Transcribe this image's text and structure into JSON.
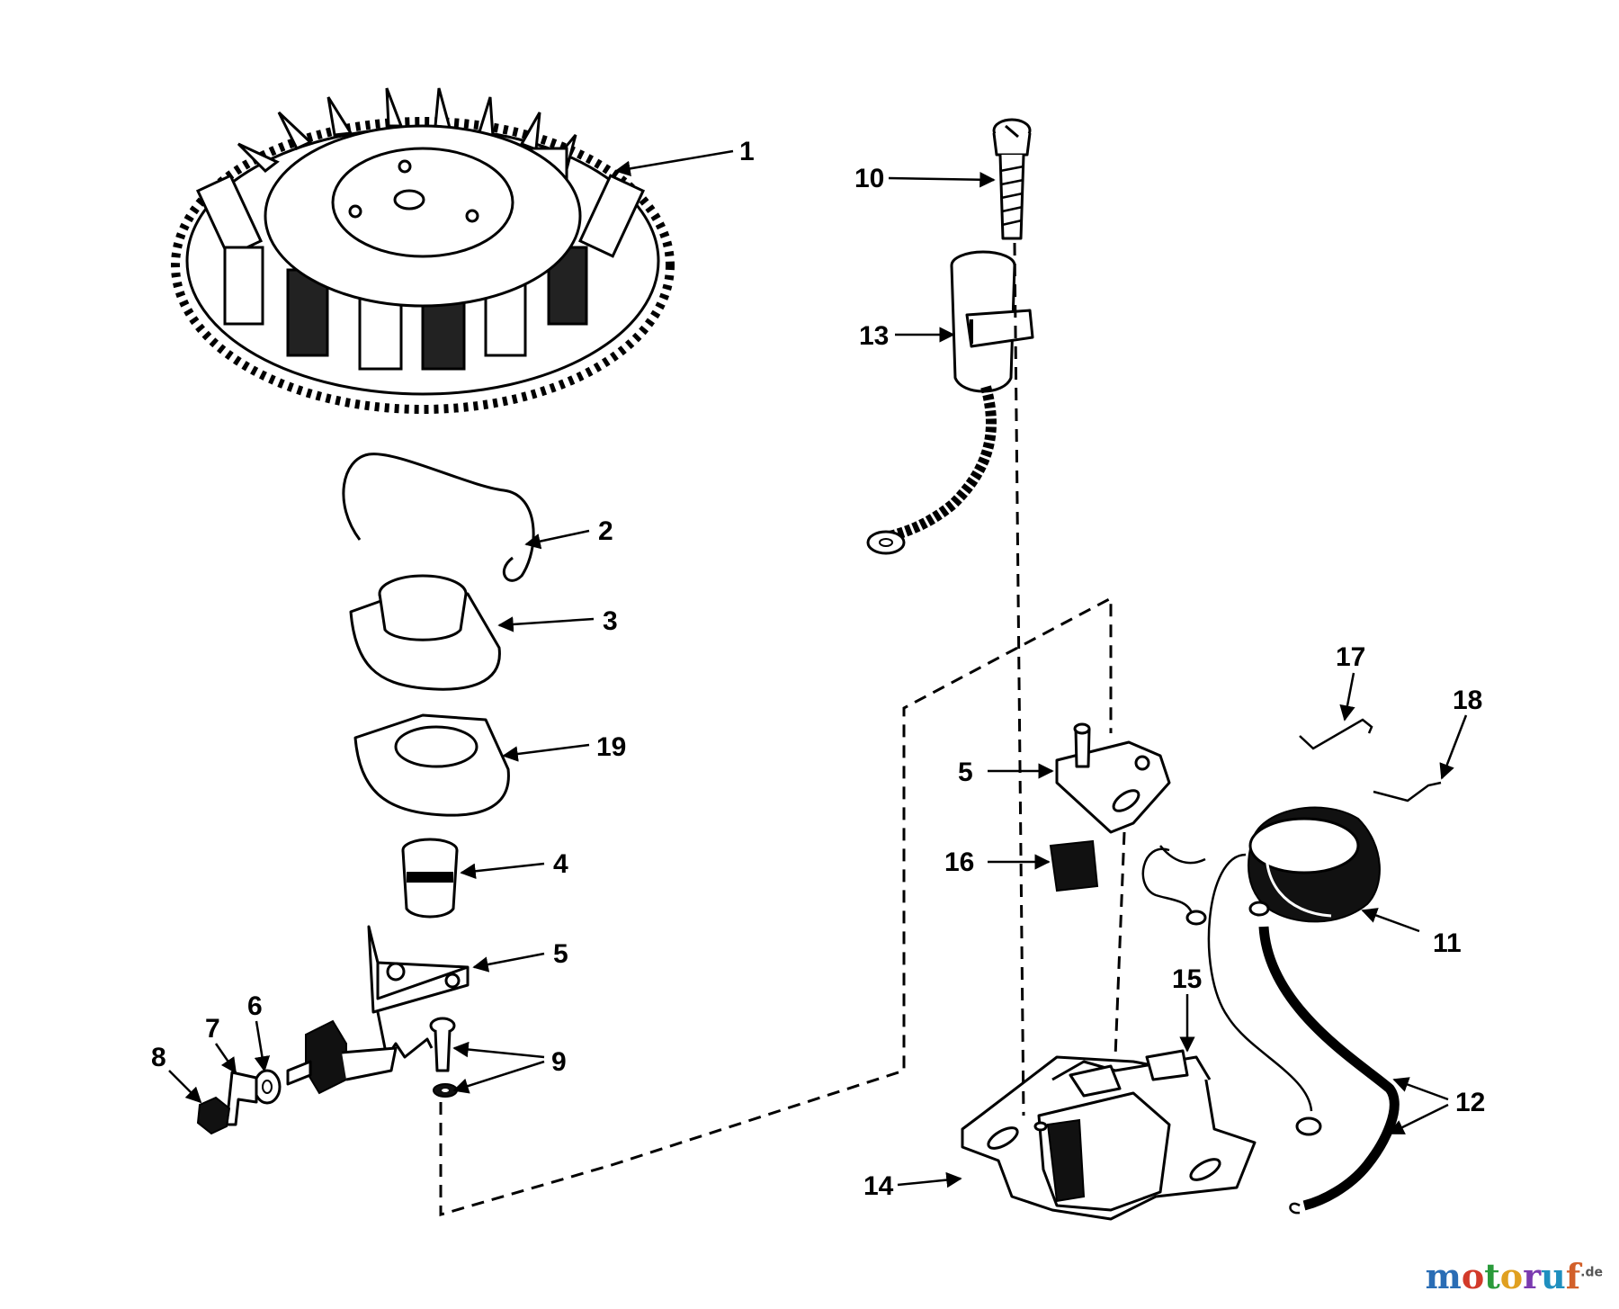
{
  "diagram": {
    "callouts": [
      "1",
      "2",
      "3",
      "19",
      "4",
      "5",
      "6",
      "7",
      "8",
      "9",
      "10",
      "13",
      "5",
      "16",
      "17",
      "18",
      "11",
      "15",
      "12",
      "14"
    ]
  },
  "watermark": {
    "text": "motoruf",
    "suffix": ".de",
    "colors": [
      "#2a6db5",
      "#d23a2a",
      "#2a9a3a",
      "#e0a020",
      "#7a3ab0",
      "#1f8fbf",
      "#d2602a"
    ]
  }
}
